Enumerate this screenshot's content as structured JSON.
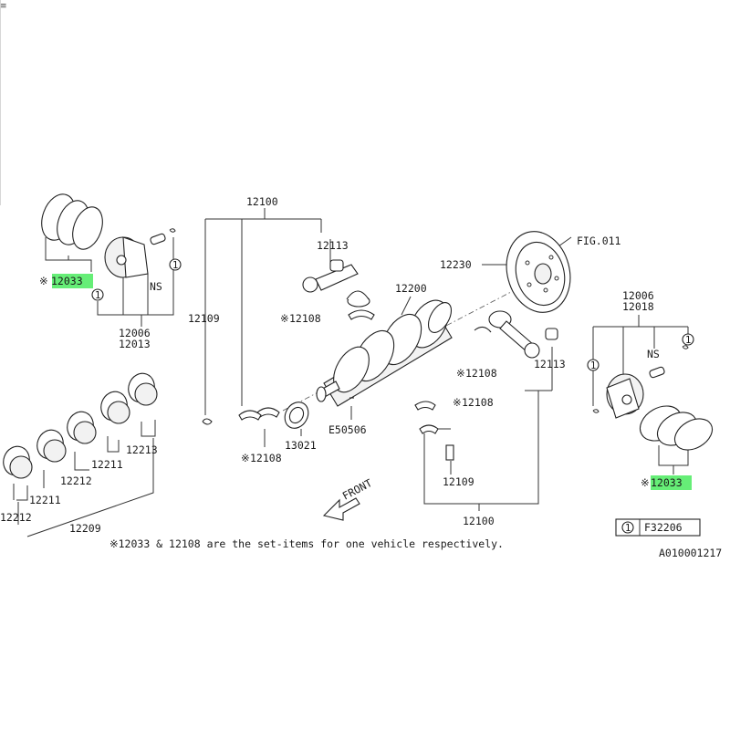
{
  "labels": {
    "p12100_top": "12100",
    "p12113_top": "12113",
    "p12108_a": "12108",
    "p12109_left": "12109",
    "p12108_b": "12108",
    "p13021": "13021",
    "e50506": "E50506",
    "p12200": "12200",
    "p12230": "12230",
    "fig011": "FIG.011",
    "p12108_c": "12108",
    "p12108_d": "12108",
    "p12113_right": "12113",
    "p12109_right": "12109",
    "p12100_bottom": "12100",
    "p12006_left": "12006",
    "p12013_left": "12013",
    "ns_left": "NS",
    "p12033_left": "12033",
    "p12006_right": "12006",
    "p12018_right": "12018",
    "ns_right": "NS",
    "p12033_right": "12033",
    "p12213": "12213",
    "p12211_a": "12211",
    "p12211_b": "12211",
    "p12212_a": "12212",
    "p12212_b": "12212",
    "p12209": "12209",
    "front": "FRONT",
    "circle_1": "1",
    "legend_code": "F32206",
    "footnote": "※12033 & 12108 are the set-items for one vehicle respectively.",
    "diagram_id": "A010001217",
    "star": "※"
  },
  "colors": {
    "highlight": "#66ee77",
    "ink": "#1a1a1a",
    "background": "#ffffff"
  }
}
